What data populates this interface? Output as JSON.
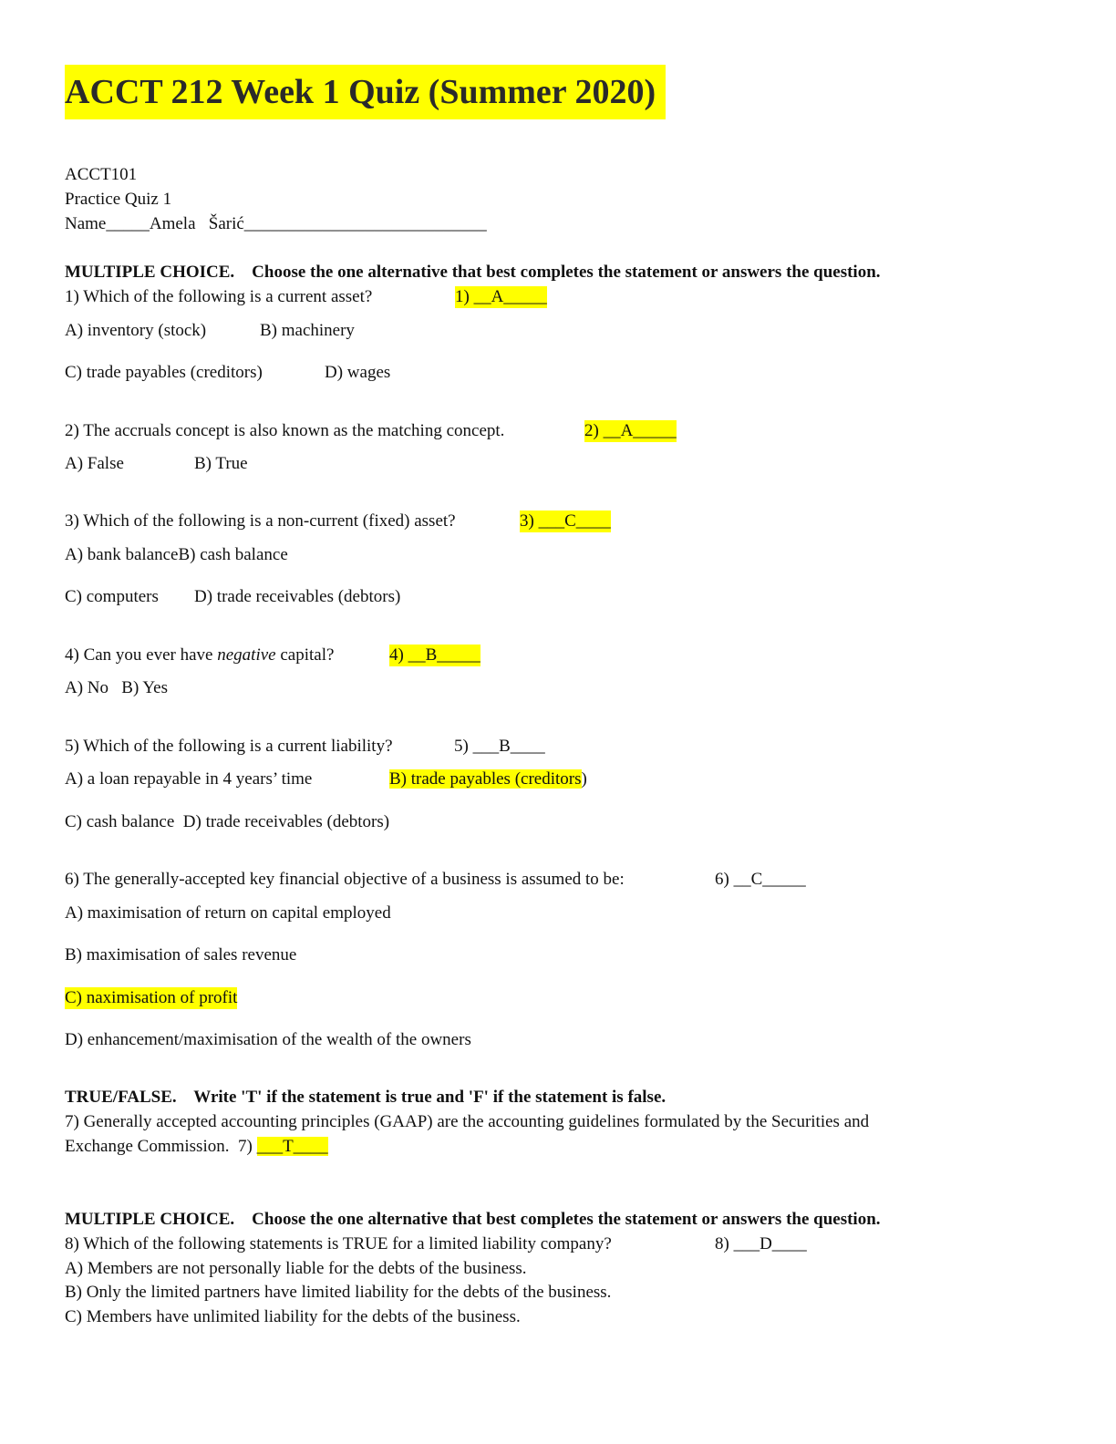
{
  "title": "ACCT 212 Week 1 Quiz (Summer 2020)",
  "header": {
    "course": "ACCT101",
    "quiz": "Practice Quiz 1",
    "name_line": "Name_____Amela   Šarić____________________________"
  },
  "sections": {
    "mc1": "MULTIPLE CHOICE.    Choose the one alternative that best completes the statement or answers the question.",
    "tf": "TRUE/FALSE.    Write 'T' if the statement is true and 'F' if the statement is false.",
    "mc2": "MULTIPLE CHOICE.    Choose the one alternative that best completes the statement or answers the question."
  },
  "q1": {
    "text": "1) Which of the following is a current asset?",
    "answer": "1) __A_____",
    "a": "A) inventory (stock)",
    "b": "B) machinery",
    "c": "C) trade payables (creditors)",
    "d": "D) wages"
  },
  "q2": {
    "text": "2) The accruals concept is also known as the matching concept.",
    "answer": "2) __A_____",
    "a": "A) False",
    "b": "B) True"
  },
  "q3": {
    "text": "3) Which of the following is a non-current (fixed) asset?",
    "answer": "3) ___C____",
    "ab": "A) bank balanceB) cash balance",
    "c": "C) computers",
    "d": "D) trade receivables (debtors)"
  },
  "q4": {
    "text_pre": "4) Can you ever have ",
    "text_em": "negative",
    "text_post": " capital?",
    "answer": "4) __B_____",
    "ab": "A) No   B) Yes"
  },
  "q5": {
    "text": "5) Which of the following is a current liability?",
    "answer": "5) ___B____",
    "a": "A) a loan repayable in 4 years’ time",
    "b": "B) trade payables (creditors",
    "b_end": ")",
    "cd": "C) cash balance  D) trade receivables (debtors)"
  },
  "q6": {
    "text": "6) The generally-accepted key financial objective of a business is assumed to be:",
    "answer": "6) __C_____",
    "a": "A) maximisation of return on capital employed",
    "b": "B) maximisation of sales revenue",
    "c": "C) naximisation of profit",
    "d": "D) enhancement/maximisation of the wealth of the owners"
  },
  "q7": {
    "text1": "7) Generally accepted accounting principles (GAAP) are the accounting guidelines formulated by the Securities and",
    "text2": "Exchange Commission.  7) ",
    "answer": "___T____"
  },
  "q8": {
    "text": "8) Which of the following statements is TRUE for a limited liability company?",
    "answer": "8) ___D____",
    "a": "A) Members are not personally liable for the debts of the business.",
    "b": "B) Only the limited partners have limited liability for the debts of the business.",
    "c": "C) Members have unlimited liability for the debts of the business."
  }
}
